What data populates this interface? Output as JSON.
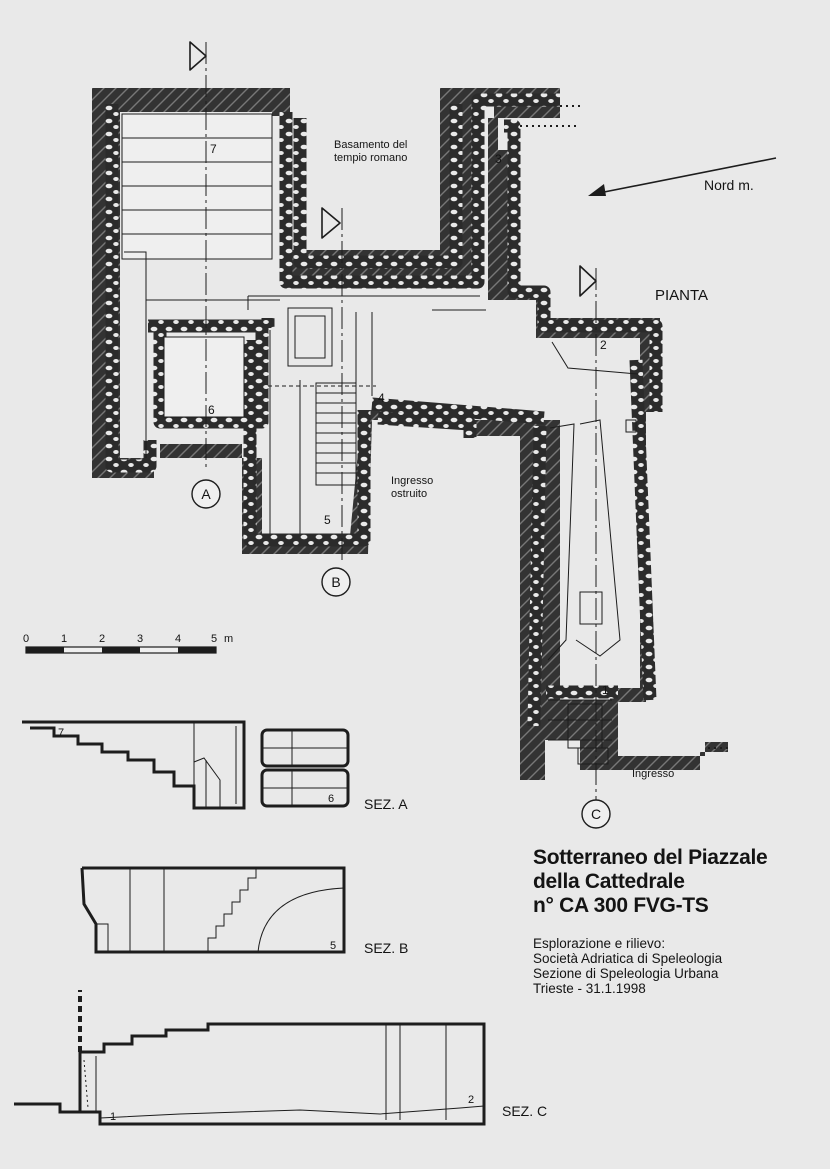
{
  "plan": {
    "view_label": "PIANTA",
    "north_label": "Nord m.",
    "temple_label": [
      "Basamento del",
      "tempio romano"
    ],
    "blocked_entrance_label": [
      "Ingresso",
      "ostruito"
    ],
    "entrance_label": "Ingresso",
    "point_numbers": [
      "1",
      "2",
      "3",
      "4",
      "5",
      "6",
      "7"
    ],
    "section_markers": [
      "A",
      "B",
      "C"
    ]
  },
  "scale_bar": {
    "ticks": [
      "0",
      "1",
      "2",
      "3",
      "4",
      "5"
    ],
    "unit": "m"
  },
  "sections": {
    "a_label": "SEZ. A",
    "b_label": "SEZ. B",
    "c_label": "SEZ. C"
  },
  "title": {
    "lines": [
      "Sotterraneo del Piazzale",
      "della Cattedrale",
      "n° CA 300 FVG-TS"
    ]
  },
  "credits": {
    "lines": [
      "Esplorazione e rilievo:",
      "Società Adriatica di Speleologia",
      "Sezione di Speleologia Urbana",
      "Trieste - 31.1.1998"
    ]
  }
}
